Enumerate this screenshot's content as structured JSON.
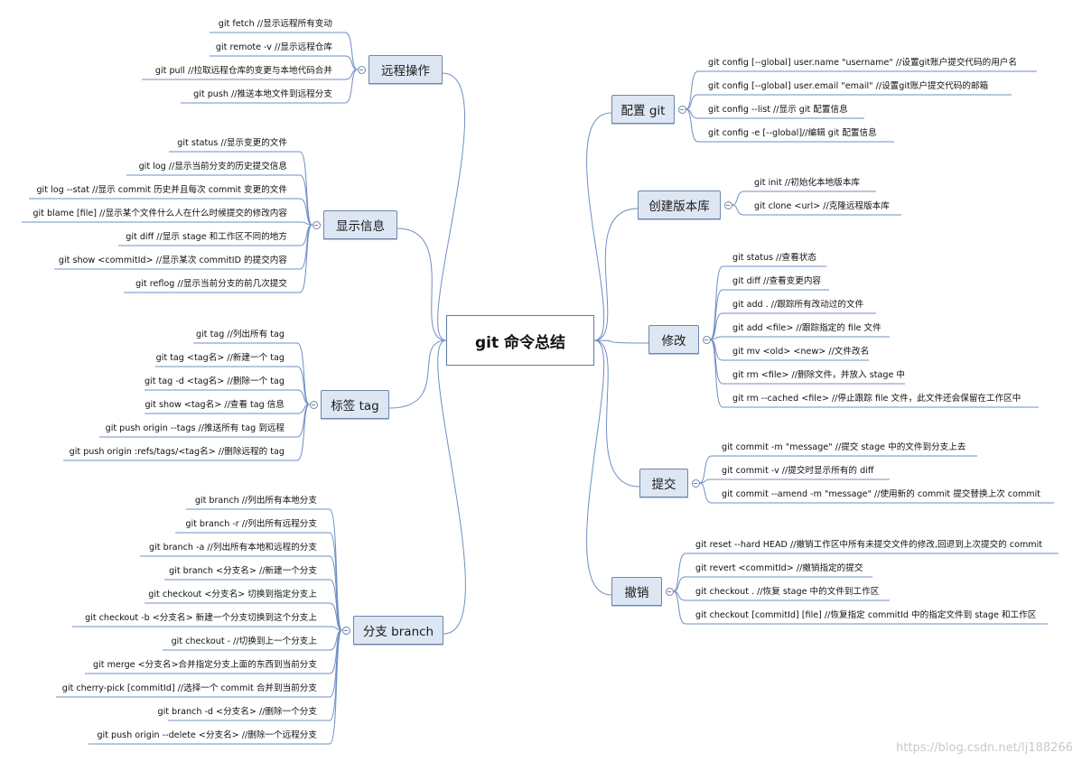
{
  "root": {
    "title": "git 命令总结"
  },
  "right_branches": [
    {
      "label": "配置 git",
      "leaves": [
        "git config [--global] user.name \"username\"  //设置git账户提交代码的用户名",
        "git config [--global] user.email \"email\" //设置git账户提交代码的邮箱",
        "git config --list //显示 git 配置信息",
        "git config -e [--global]//编辑 git 配置信息"
      ]
    },
    {
      "label": "创建版本库",
      "leaves": [
        "git init //初始化本地版本库",
        "git clone <url> //克隆远程版本库"
      ]
    },
    {
      "label": "修改",
      "leaves": [
        "git status //查看状态",
        "git diff //查看变更内容",
        "git add .  //跟踪所有改动过的文件",
        "git add <file> //跟踪指定的 file 文件",
        "git mv <old> <new> //文件改名",
        "git rm <file>  //删除文件，并放入 stage 中",
        "git rm --cached <file> //停止跟踪 file 文件，此文件还会保留在工作区中"
      ]
    },
    {
      "label": "提交",
      "leaves": [
        "git commit -m \"message\" //提交 stage 中的文件到分支上去",
        "git commit -v  //提交时显示所有的 diff",
        "git commit --amend -m \"message\"  //使用新的 commit 提交替换上次 commit"
      ]
    },
    {
      "label": "撤销",
      "leaves": [
        "git reset --hard HEAD //撤销工作区中所有未提交文件的修改,回退到上次提交的 commit",
        "git revert <commitId>  //撤销指定的提交",
        "git checkout . //恢复 stage 中的文件到工作区",
        "git checkout [commitId] [file] //恢复指定 commitId 中的指定文件到 stage 和工作区"
      ]
    }
  ],
  "left_branches": [
    {
      "label": "远程操作",
      "leaves": [
        "git fetch //显示远程所有变动",
        "git remote -v //显示远程仓库",
        "git pull //拉取远程仓库的变更与本地代码合并",
        "git push //推送本地文件到远程分支"
      ]
    },
    {
      "label": "显示信息",
      "leaves": [
        "git status //显示变更的文件",
        "git log //显示当前分支的历史提交信息",
        "git log --stat //显示 commit 历史并且每次 commit 变更的文件",
        "git blame [file] //显示某个文件什么人在什么时候提交的修改内容",
        "git diff //显示 stage 和工作区不同的地方",
        "git show  <commitId> //显示某次 commitID 的提交内容",
        "git reflog //显示当前分支的前几次提交"
      ]
    },
    {
      "label": "标签 tag",
      "leaves": [
        "git tag //列出所有 tag",
        "git tag <tag名> //新建一个 tag",
        "git tag -d <tag名> //删除一个 tag",
        "git show <tag名> //查看 tag 信息",
        "git push origin --tags //推送所有 tag 到远程",
        "git push origin :refs/tags/<tag名> //删除远程的 tag"
      ]
    },
    {
      "label": "分支 branch",
      "leaves": [
        "git branch //列出所有本地分支",
        "git branch -r //列出所有远程分支",
        "git branch -a //列出所有本地和远程的分支",
        "git branch <分支名> //新建一个分支",
        "git checkout <分支名> 切换到指定分支上",
        "git checkout -b <分支名> 新建一个分支切换到这个分支上",
        "git checkout - //切换到上一个分支上",
        "git merge <分支名>合并指定分支上面的东西到当前分支",
        "git cherry-pick [commitId]  //选择一个 commit 合并到当前分支",
        "git branch -d <分支名>  //删除一个分支",
        "git push origin --delete <分支名> //删除一个远程分支"
      ]
    }
  ],
  "watermark": "https://blog.csdn.net/lj188266",
  "colors": {
    "line": "#6f8fc4",
    "node_fill": "#dde6f3",
    "node_border": "#6f86ab"
  }
}
